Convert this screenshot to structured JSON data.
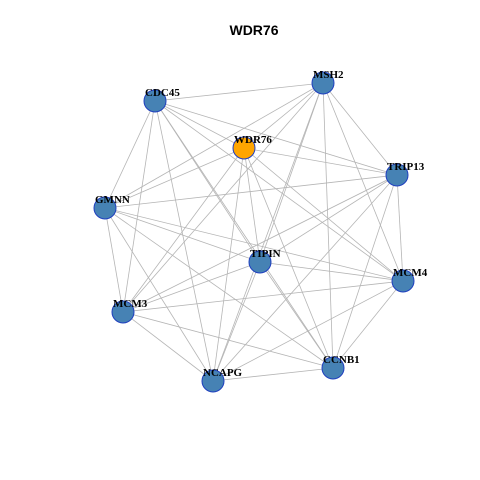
{
  "title": "WDR76",
  "colors": {
    "center": "#ffa500",
    "node": "#4682b4",
    "border": "#1f3fbf",
    "edge": "#b5b5b5"
  },
  "nodes": [
    {
      "id": "WDR76",
      "center": true
    },
    {
      "id": "MSH2"
    },
    {
      "id": "CDC45"
    },
    {
      "id": "TRIP13"
    },
    {
      "id": "GMNN"
    },
    {
      "id": "TIPIN"
    },
    {
      "id": "MCM4"
    },
    {
      "id": "MCM3"
    },
    {
      "id": "CCNB1"
    },
    {
      "id": "NCAPG"
    }
  ],
  "edges": [
    [
      "WDR76",
      "MSH2"
    ],
    [
      "WDR76",
      "CDC45"
    ],
    [
      "WDR76",
      "TRIP13"
    ],
    [
      "WDR76",
      "GMNN"
    ],
    [
      "WDR76",
      "TIPIN"
    ],
    [
      "WDR76",
      "MCM4"
    ],
    [
      "WDR76",
      "MCM3"
    ],
    [
      "WDR76",
      "CCNB1"
    ],
    [
      "WDR76",
      "NCAPG"
    ],
    [
      "MSH2",
      "CDC45"
    ],
    [
      "MSH2",
      "TRIP13"
    ],
    [
      "MSH2",
      "GMNN"
    ],
    [
      "MSH2",
      "TIPIN"
    ],
    [
      "MSH2",
      "MCM4"
    ],
    [
      "MSH2",
      "MCM3"
    ],
    [
      "MSH2",
      "CCNB1"
    ],
    [
      "MSH2",
      "NCAPG"
    ],
    [
      "CDC45",
      "GMNN"
    ],
    [
      "CDC45",
      "TIPIN"
    ],
    [
      "CDC45",
      "MCM4"
    ],
    [
      "CDC45",
      "MCM3"
    ],
    [
      "CDC45",
      "CCNB1"
    ],
    [
      "CDC45",
      "NCAPG"
    ],
    [
      "CDC45",
      "TRIP13"
    ],
    [
      "TRIP13",
      "GMNN"
    ],
    [
      "TRIP13",
      "TIPIN"
    ],
    [
      "TRIP13",
      "MCM4"
    ],
    [
      "TRIP13",
      "MCM3"
    ],
    [
      "TRIP13",
      "CCNB1"
    ],
    [
      "TRIP13",
      "NCAPG"
    ],
    [
      "GMNN",
      "TIPIN"
    ],
    [
      "GMNN",
      "MCM4"
    ],
    [
      "GMNN",
      "MCM3"
    ],
    [
      "GMNN",
      "CCNB1"
    ],
    [
      "GMNN",
      "NCAPG"
    ],
    [
      "TIPIN",
      "MCM4"
    ],
    [
      "TIPIN",
      "MCM3"
    ],
    [
      "TIPIN",
      "CCNB1"
    ],
    [
      "TIPIN",
      "NCAPG"
    ],
    [
      "MCM4",
      "MCM3"
    ],
    [
      "MCM4",
      "CCNB1"
    ],
    [
      "MCM4",
      "NCAPG"
    ],
    [
      "MCM3",
      "CCNB1"
    ],
    [
      "MCM3",
      "NCAPG"
    ],
    [
      "CCNB1",
      "NCAPG"
    ]
  ]
}
